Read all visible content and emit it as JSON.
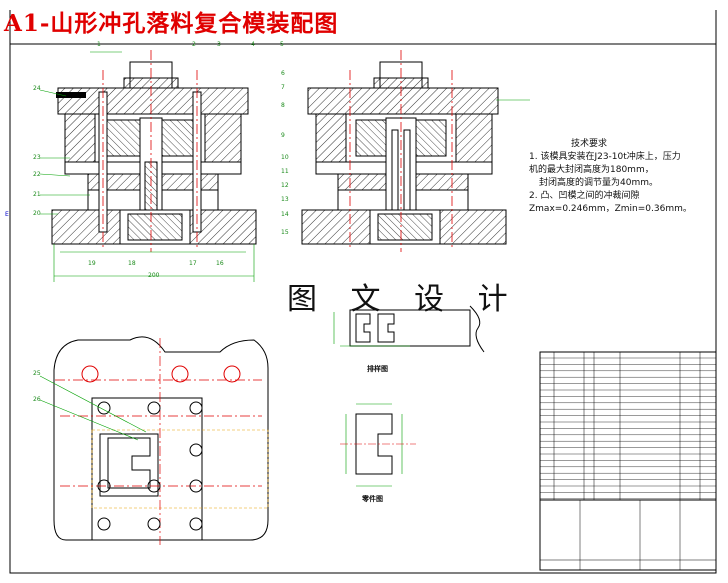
{
  "drawing": {
    "title": "A1-山形冲孔落料复合模装配图",
    "watermark": "图 文 设 计",
    "left_view_dimension": "200",
    "part_numbers_top": [
      "1",
      "2",
      "3",
      "4",
      "5"
    ],
    "part_numbers_right": [
      "6",
      "7",
      "8",
      "9",
      "10",
      "11",
      "12",
      "13",
      "14",
      "15"
    ],
    "part_numbers_left": [
      "24",
      "23",
      "22",
      "21",
      "20"
    ],
    "part_numbers_bottom": [
      "19",
      "18",
      "17",
      "16"
    ],
    "part_numbers_plan": [
      "25",
      "26"
    ],
    "strip_caption": "排样图",
    "part_caption": "零件图",
    "tech_requirements": {
      "heading": "技术要求",
      "lines": [
        "1. 该模具安装在J23-10t冲床上，压力",
        "机的最大封闭高度为180mm，",
        "封闭高度的调节量为40mm。",
        "2. 凸、凹模之间的冲裁间隙",
        "Zmax=0.246mm，Zmin=0.36mm。"
      ]
    }
  },
  "colors": {
    "outline": "#000000",
    "centerline": "#e00000",
    "dimension": "#00a000",
    "hatch": "#000000",
    "title": "#e00000"
  }
}
